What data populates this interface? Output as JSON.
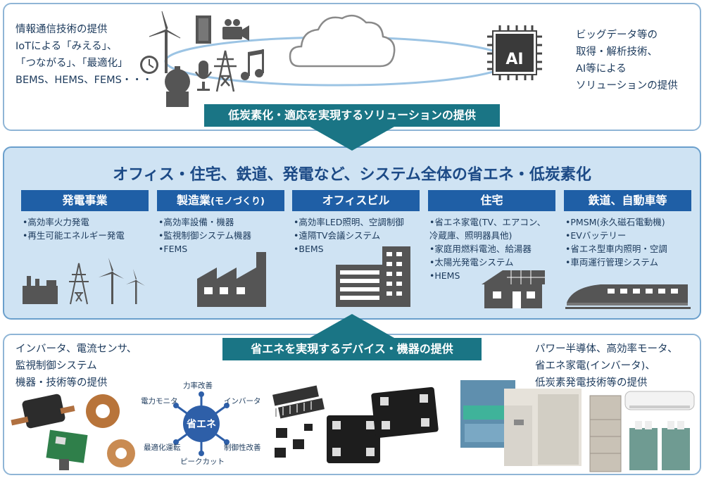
{
  "top": {
    "left_lines": [
      "情報通信技術の提供",
      "IoTによる「みえる」、",
      "「つながる」、「最適化」",
      "BEMS、HEMS、FEMS・・・"
    ],
    "chip_label": "AI",
    "right_lines": [
      "ビッグデータ等の",
      "取得・解析技術、",
      "AI等による",
      "ソリューションの提供"
    ],
    "banner": "低炭素化・適応を実現するソリューションの提供"
  },
  "middle": {
    "title": "オフィス・住宅、鉄道、発電など、システム全体の省エネ・低炭素化",
    "sectors": [
      {
        "title": "発電事業",
        "items": [
          "•高効率火力発電",
          "•再生可能エネルギー発電"
        ]
      },
      {
        "title": "製造業",
        "title_sub": "(モノづくり)",
        "items": [
          "•高効率設備・機器",
          "•監視制御システム機器",
          "•FEMS"
        ]
      },
      {
        "title": "オフィスビル",
        "items": [
          "•高効率LED照明、空調制御",
          "•遠隔TV会議システム",
          "•BEMS"
        ]
      },
      {
        "title": "住宅",
        "items": [
          "•省エネ家電(TV、エアコン、",
          "冷蔵庫、照明器具他)",
          "•家庭用燃料電池、給湯器",
          "•太陽光発電システム",
          "•HEMS"
        ]
      },
      {
        "title": "鉄道、自動車等",
        "items": [
          "•PMSM(永久磁石電動機)",
          "•EVバッテリー",
          "•省エネ型車内照明・空調",
          "•車両運行管理システム"
        ]
      }
    ]
  },
  "bottom": {
    "banner": "省エネを実現するデバイス・機器の提供",
    "left_lines": [
      "インバータ、電流センサ、",
      "監視制御システム",
      "機器・技術等の提供"
    ],
    "right_lines": [
      "パワー半導体、高効率モータ、",
      "省エネ家電(インバータ)、",
      "低炭素発電技術等の提供"
    ],
    "wheel": {
      "center": "省エネ",
      "labels": [
        "力率改善",
        "インバータ",
        "制御性改善",
        "ピークカット",
        "最適化運転",
        "電力モニタ"
      ]
    }
  },
  "colors": {
    "banner": "#1a7585",
    "sector_head": "#1f5fa6",
    "mid_bg": "#cfe3f3",
    "title": "#1c4a86",
    "icon": "#555555"
  }
}
